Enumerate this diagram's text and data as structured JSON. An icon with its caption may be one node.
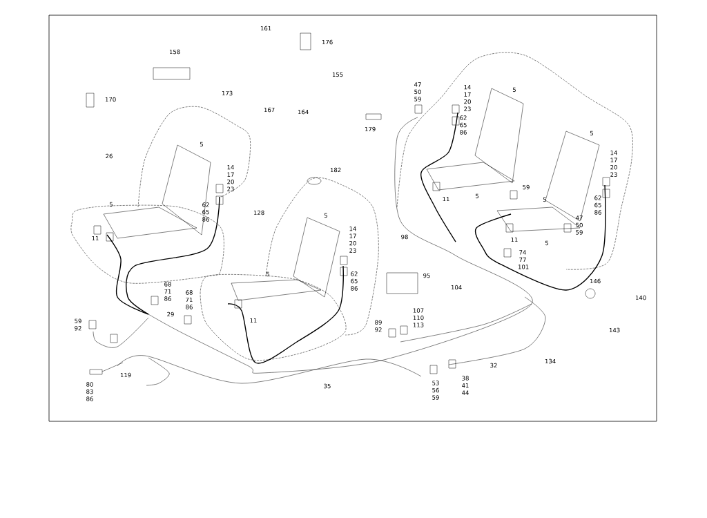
{
  "diagram": {
    "labels": [
      "161",
      "176",
      "158",
      "155",
      "173",
      "167",
      "164",
      "170",
      "47 50 59",
      "14 17 20 23",
      "5",
      "179",
      "62 65 86",
      "5",
      "14 17 20 23",
      "26",
      "5",
      "14 17 20 23",
      "182",
      "62 65 86",
      "128",
      "5",
      "5",
      "14 17 20 23",
      "59",
      "11",
      "5",
      "5",
      "62 65 86",
      "47 50 59",
      "11",
      "98",
      "11",
      "5",
      "74 77 101",
      "62 65 86",
      "5",
      "95",
      "104",
      "146",
      "140",
      "68 71 86",
      "68 71 86",
      "11",
      "29",
      "59 92",
      "107 110 113",
      "89 92",
      "143",
      "134",
      "32",
      "119",
      "53 56 59",
      "38 41 44",
      "35",
      "80 83 86"
    ]
  }
}
